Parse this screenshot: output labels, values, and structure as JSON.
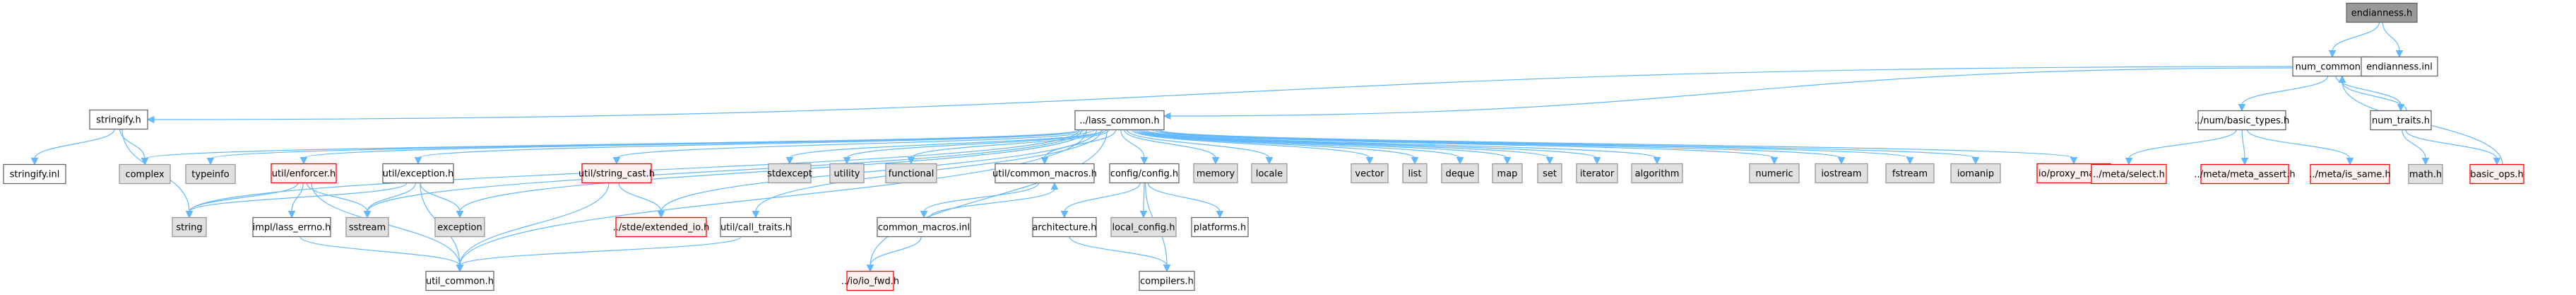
{
  "graph": {
    "title": "endianness.h",
    "colors": {
      "edge": "#63b8ff",
      "root_fill": "#999999",
      "file_fill": "#ffffff",
      "file_stroke": "#666666",
      "system_fill": "#e0e0e0",
      "system_stroke": "#999999",
      "missing_fill": "#fff0f0",
      "missing_stroke": "#ff0000"
    },
    "nodes": [
      {
        "id": "endianness_h",
        "label": "endianness.h",
        "kind": "root"
      },
      {
        "id": "num_common_h",
        "label": "num_common.h",
        "kind": "file"
      },
      {
        "id": "endianness_inl",
        "label": "endianness.inl",
        "kind": "file"
      },
      {
        "id": "stringify_h",
        "label": "stringify.h",
        "kind": "file"
      },
      {
        "id": "lass_common_h",
        "label": "../lass_common.h",
        "kind": "file"
      },
      {
        "id": "basic_types_h",
        "label": "../num/basic_types.h",
        "kind": "file"
      },
      {
        "id": "num_traits_h",
        "label": "num_traits.h",
        "kind": "file"
      },
      {
        "id": "stringify_inl",
        "label": "stringify.inl",
        "kind": "file"
      },
      {
        "id": "complex",
        "label": "complex",
        "kind": "system"
      },
      {
        "id": "typeinfo",
        "label": "typeinfo",
        "kind": "system"
      },
      {
        "id": "enforcer_h",
        "label": "util/enforcer.h",
        "kind": "missing"
      },
      {
        "id": "exception_h",
        "label": "util/exception.h",
        "kind": "file"
      },
      {
        "id": "string_cast_h",
        "label": "util/string_cast.h",
        "kind": "missing"
      },
      {
        "id": "stdexcept",
        "label": "stdexcept",
        "kind": "system"
      },
      {
        "id": "utility",
        "label": "utility",
        "kind": "system"
      },
      {
        "id": "functional",
        "label": "functional",
        "kind": "system"
      },
      {
        "id": "common_macros_h",
        "label": "util/common_macros.h",
        "kind": "file"
      },
      {
        "id": "config_h",
        "label": "config/config.h",
        "kind": "file"
      },
      {
        "id": "memory",
        "label": "memory",
        "kind": "system"
      },
      {
        "id": "locale",
        "label": "locale",
        "kind": "system"
      },
      {
        "id": "vector",
        "label": "vector",
        "kind": "system"
      },
      {
        "id": "list",
        "label": "list",
        "kind": "system"
      },
      {
        "id": "deque",
        "label": "deque",
        "kind": "system"
      },
      {
        "id": "map",
        "label": "map",
        "kind": "system"
      },
      {
        "id": "set",
        "label": "set",
        "kind": "system"
      },
      {
        "id": "iterator",
        "label": "iterator",
        "kind": "system"
      },
      {
        "id": "algorithm",
        "label": "algorithm",
        "kind": "system"
      },
      {
        "id": "numeric",
        "label": "numeric",
        "kind": "system"
      },
      {
        "id": "iostream",
        "label": "iostream",
        "kind": "system"
      },
      {
        "id": "fstream",
        "label": "fstream",
        "kind": "system"
      },
      {
        "id": "iomanip",
        "label": "iomanip",
        "kind": "system"
      },
      {
        "id": "proxy_man_h",
        "label": "io/proxy_man.h",
        "kind": "missing"
      },
      {
        "id": "select_h",
        "label": "../meta/select.h",
        "kind": "missing"
      },
      {
        "id": "meta_assert_h",
        "label": "../meta/meta_assert.h",
        "kind": "missing"
      },
      {
        "id": "is_same_h",
        "label": "../meta/is_same.h",
        "kind": "missing"
      },
      {
        "id": "math_h",
        "label": "math.h",
        "kind": "system"
      },
      {
        "id": "basic_ops_h",
        "label": "basic_ops.h",
        "kind": "missing"
      },
      {
        "id": "string",
        "label": "string",
        "kind": "system"
      },
      {
        "id": "lass_errno_h",
        "label": "impl/lass_errno.h",
        "kind": "file"
      },
      {
        "id": "sstream",
        "label": "sstream",
        "kind": "system"
      },
      {
        "id": "exception",
        "label": "exception",
        "kind": "system"
      },
      {
        "id": "extended_io_h",
        "label": "../stde/extended_io.h",
        "kind": "missing"
      },
      {
        "id": "call_traits_h",
        "label": "util/call_traits.h",
        "kind": "file"
      },
      {
        "id": "common_macros_inl",
        "label": "common_macros.inl",
        "kind": "file"
      },
      {
        "id": "architecture_h",
        "label": "architecture.h",
        "kind": "file"
      },
      {
        "id": "local_config_h",
        "label": "local_config.h",
        "kind": "system"
      },
      {
        "id": "platforms_h",
        "label": "platforms.h",
        "kind": "file"
      },
      {
        "id": "util_common_h",
        "label": "util_common.h",
        "kind": "file"
      },
      {
        "id": "io_fwd_h",
        "label": "../io/io_fwd.h",
        "kind": "missing"
      },
      {
        "id": "compilers_h",
        "label": "compilers.h",
        "kind": "file"
      }
    ],
    "edges": [
      [
        "endianness_h",
        "num_common_h"
      ],
      [
        "endianness_h",
        "endianness_inl"
      ],
      [
        "num_common_h",
        "stringify_h"
      ],
      [
        "num_common_h",
        "lass_common_h"
      ],
      [
        "num_common_h",
        "basic_types_h"
      ],
      [
        "num_common_h",
        "num_traits_h"
      ],
      [
        "num_traits_h",
        "num_common_h"
      ],
      [
        "basic_ops_h",
        "num_common_h"
      ],
      [
        "stringify_h",
        "stringify_inl"
      ],
      [
        "stringify_h",
        "complex"
      ],
      [
        "stringify_h",
        "string"
      ],
      [
        "lass_common_h",
        "complex"
      ],
      [
        "lass_common_h",
        "typeinfo"
      ],
      [
        "lass_common_h",
        "enforcer_h"
      ],
      [
        "lass_common_h",
        "string"
      ],
      [
        "lass_common_h",
        "sstream"
      ],
      [
        "lass_common_h",
        "exception_h"
      ],
      [
        "lass_common_h",
        "exception"
      ],
      [
        "lass_common_h",
        "util_common_h"
      ],
      [
        "lass_common_h",
        "string_cast_h"
      ],
      [
        "lass_common_h",
        "extended_io_h"
      ],
      [
        "lass_common_h",
        "call_traits_h"
      ],
      [
        "lass_common_h",
        "io_fwd_h"
      ],
      [
        "lass_common_h",
        "stdexcept"
      ],
      [
        "lass_common_h",
        "utility"
      ],
      [
        "lass_common_h",
        "functional"
      ],
      [
        "lass_common_h",
        "common_macros_h"
      ],
      [
        "lass_common_h",
        "config_h"
      ],
      [
        "lass_common_h",
        "memory"
      ],
      [
        "lass_common_h",
        "locale"
      ],
      [
        "lass_common_h",
        "vector"
      ],
      [
        "lass_common_h",
        "list"
      ],
      [
        "lass_common_h",
        "deque"
      ],
      [
        "lass_common_h",
        "map"
      ],
      [
        "lass_common_h",
        "set"
      ],
      [
        "lass_common_h",
        "iterator"
      ],
      [
        "lass_common_h",
        "algorithm"
      ],
      [
        "lass_common_h",
        "numeric"
      ],
      [
        "lass_common_h",
        "iostream"
      ],
      [
        "lass_common_h",
        "fstream"
      ],
      [
        "lass_common_h",
        "iomanip"
      ],
      [
        "lass_common_h",
        "proxy_man_h"
      ],
      [
        "basic_types_h",
        "select_h"
      ],
      [
        "basic_types_h",
        "meta_assert_h"
      ],
      [
        "basic_types_h",
        "is_same_h"
      ],
      [
        "num_traits_h",
        "math_h"
      ],
      [
        "num_traits_h",
        "basic_ops_h"
      ],
      [
        "enforcer_h",
        "string"
      ],
      [
        "enforcer_h",
        "lass_errno_h"
      ],
      [
        "enforcer_h",
        "sstream"
      ],
      [
        "enforcer_h",
        "util_common_h"
      ],
      [
        "exception_h",
        "string"
      ],
      [
        "exception_h",
        "sstream"
      ],
      [
        "exception_h",
        "exception"
      ],
      [
        "exception_h",
        "util_common_h"
      ],
      [
        "lass_errno_h",
        "util_common_h"
      ],
      [
        "string_cast_h",
        "extended_io_h"
      ],
      [
        "string_cast_h",
        "util_common_h"
      ],
      [
        "call_traits_h",
        "util_common_h"
      ],
      [
        "common_macros_h",
        "common_macros_inl"
      ],
      [
        "common_macros_inl",
        "common_macros_h"
      ],
      [
        "common_macros_inl",
        "io_fwd_h"
      ],
      [
        "config_h",
        "architecture_h"
      ],
      [
        "config_h",
        "local_config_h"
      ],
      [
        "config_h",
        "platforms_h"
      ],
      [
        "config_h",
        "compilers_h"
      ],
      [
        "architecture_h",
        "compilers_h"
      ]
    ]
  }
}
